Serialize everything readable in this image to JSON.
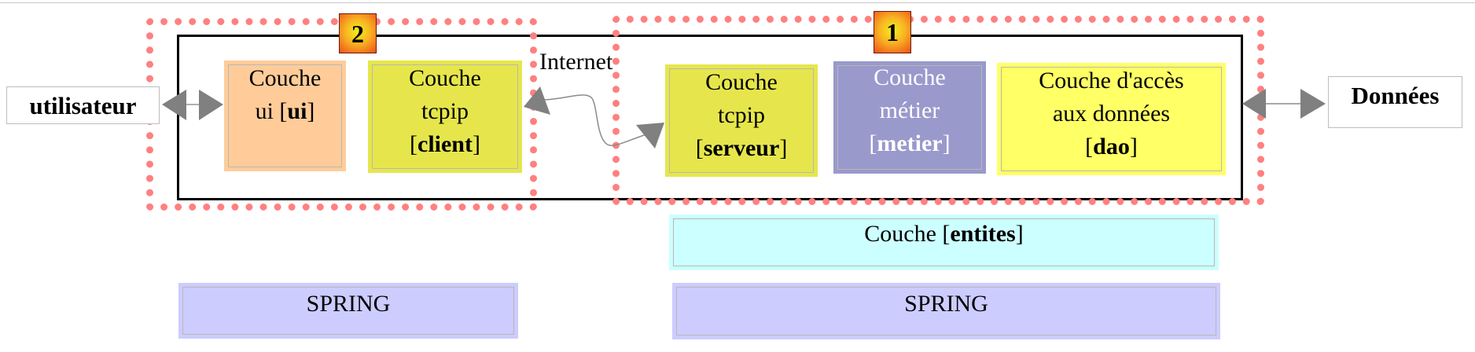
{
  "diagram": {
    "actors": {
      "user": "utilisateur",
      "data": "Données"
    },
    "internet_label": "Internet",
    "badges": {
      "client": "2",
      "server": "1"
    },
    "layers": {
      "ui": {
        "line1": "Couche",
        "line2_prefix": "ui [",
        "line2_bold": "ui",
        "line2_suffix": "]"
      },
      "tcpip_client": {
        "line1": "Couche",
        "line2": "tcpip",
        "line3_prefix": "[",
        "line3_bold": "client",
        "line3_suffix": "]"
      },
      "tcpip_server": {
        "line1": "Couche",
        "line2": "tcpip",
        "line3_prefix": "[",
        "line3_bold": "serveur",
        "line3_suffix": "]"
      },
      "metier": {
        "line1": "Couche",
        "line2": "métier",
        "line3_prefix": "[",
        "line3_bold": "metier",
        "line3_suffix": "]"
      },
      "dao": {
        "line1": "Couche d'accès",
        "line2": "aux données",
        "line3_prefix": "[",
        "line3_bold": "dao",
        "line3_suffix": "]"
      },
      "entites": {
        "prefix": "Couche [",
        "bold": "entites",
        "suffix": "]"
      }
    },
    "spring": {
      "client": "SPRING",
      "server": "SPRING"
    },
    "colors": {
      "dotted_border": "#ff8080",
      "ui": "#ffcc99",
      "tcpip": "#e6e64c",
      "metier": "#9999cc",
      "dao": "#ffff66",
      "entites": "#ccffff",
      "spring": "#ccccff",
      "arrow": "#808080"
    }
  }
}
